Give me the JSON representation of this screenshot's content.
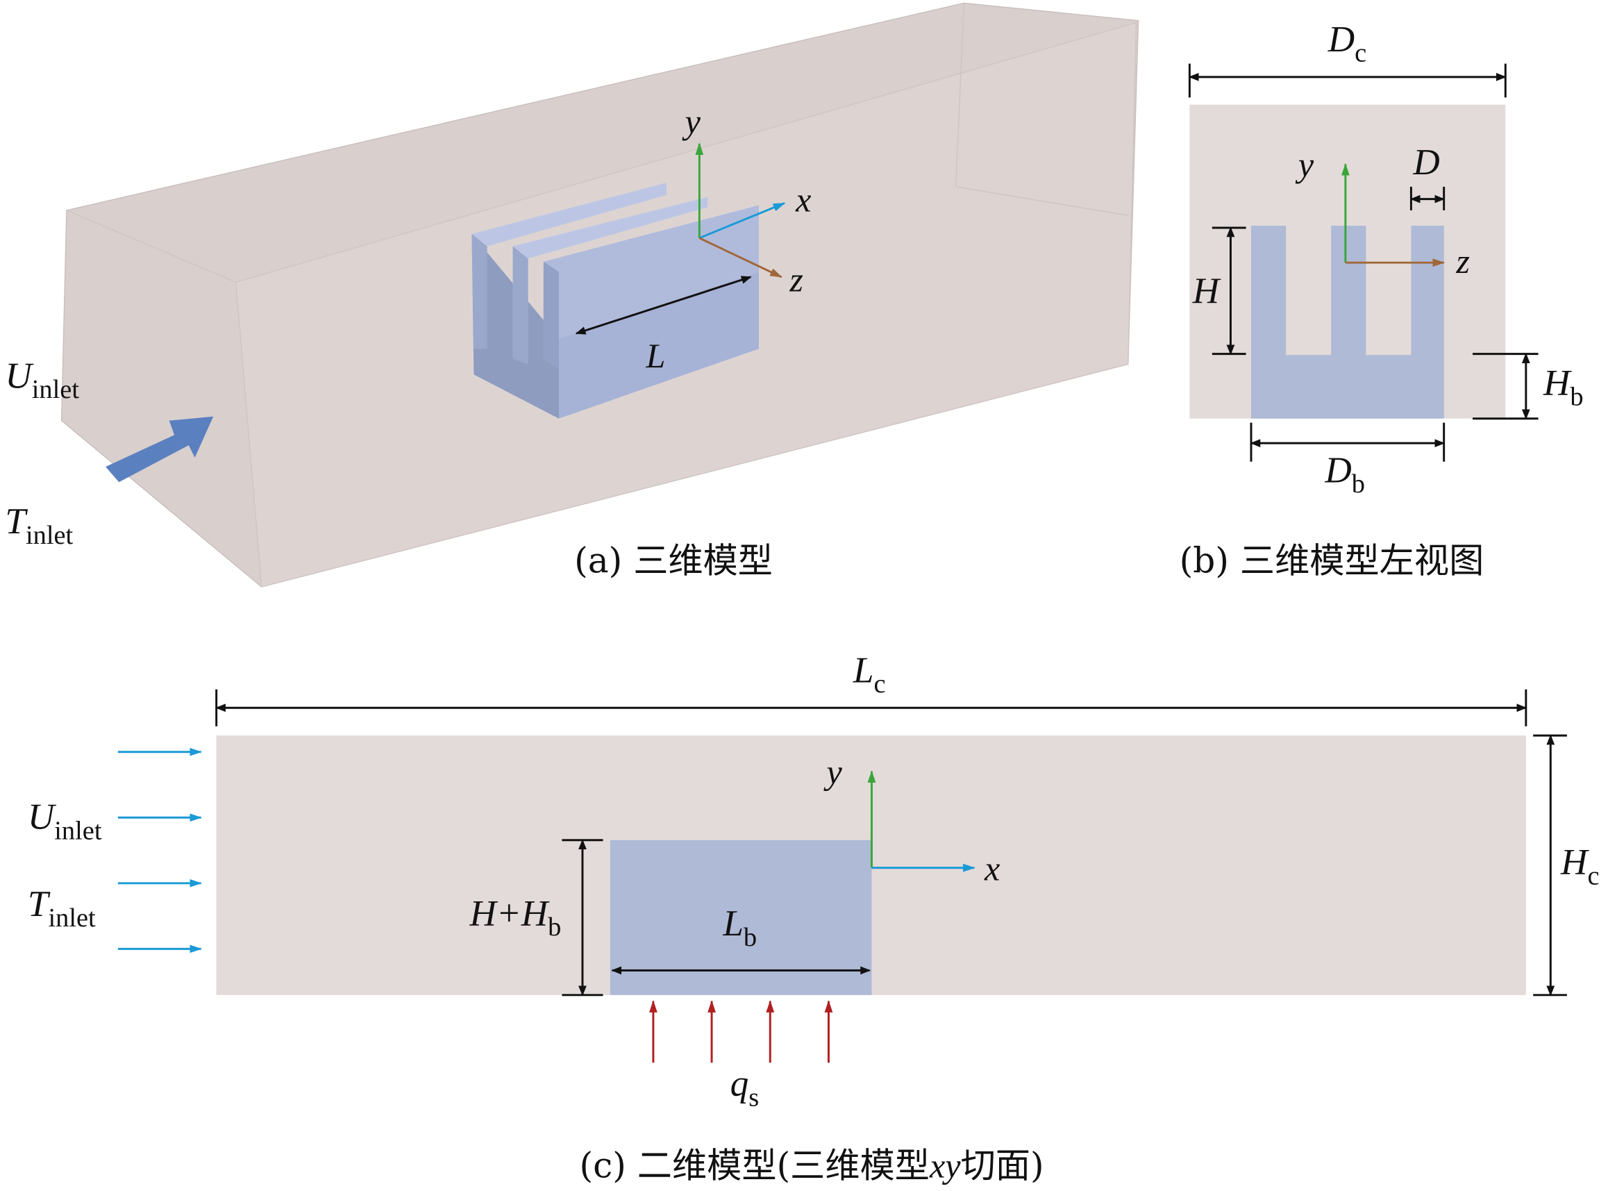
{
  "colors": {
    "domain": "#e3dbd9",
    "solid": "#aebad6",
    "arrow_blue": "#1a9ad6",
    "axis_green": "#3aa63a",
    "axis_brown": "#a0683a",
    "heat_red": "#b02020",
    "inlet_arrow": "#5a80c0"
  },
  "panel_a": {
    "caption": "(a) 三维模型",
    "u_main": "U",
    "u_sub": "inlet",
    "t_main": "T",
    "t_sub": "inlet",
    "axis_y": "y",
    "axis_x": "x",
    "axis_z": "z",
    "length": "L"
  },
  "panel_b": {
    "caption": "(b) 三维模型左视图",
    "dc_main": "D",
    "dc_sub": "c",
    "d": "D",
    "h": "H",
    "hb_main": "H",
    "hb_sub": "b",
    "db_main": "D",
    "db_sub": "b",
    "axis_y": "y",
    "axis_z": "z"
  },
  "panel_c": {
    "caption_pre": "(c) 二维模型(三维模型",
    "caption_it": "xy",
    "caption_post": "切面)",
    "lc_main": "L",
    "lc_sub": "c",
    "hc_main": "H",
    "hc_sub": "c",
    "hhb_main": "H+H",
    "hhb_sub": "b",
    "lb_main": "L",
    "lb_sub": "b",
    "qs_main": "q",
    "qs_sub": "s",
    "u_main": "U",
    "u_sub": "inlet",
    "t_main": "T",
    "t_sub": "inlet",
    "axis_y": "y",
    "axis_x": "x"
  }
}
